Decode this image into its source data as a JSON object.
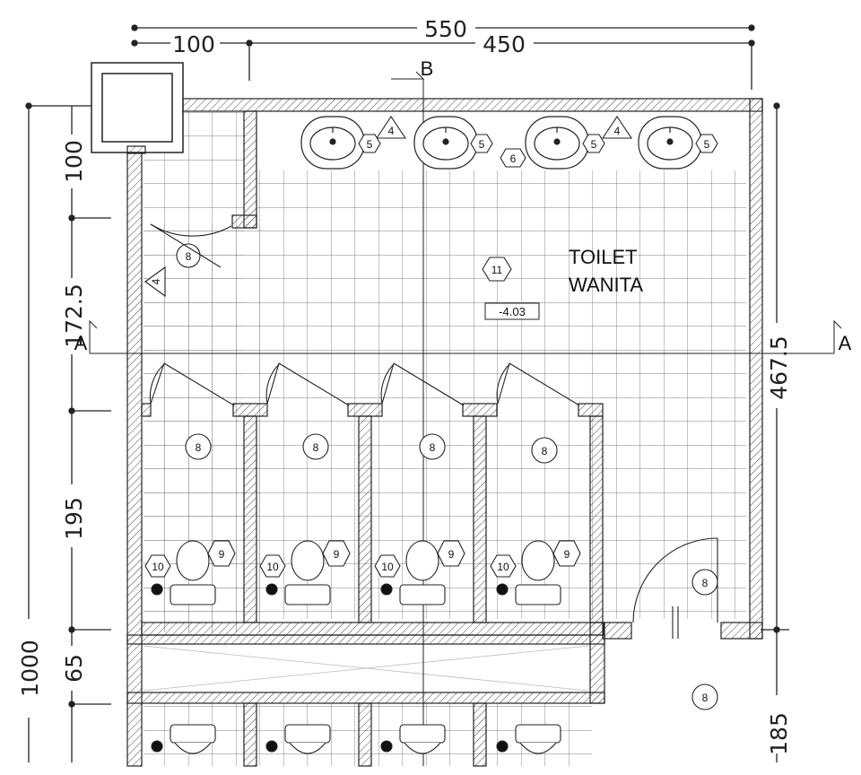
{
  "dimensions": {
    "top_total": "550",
    "top_left": "100",
    "top_right": "450",
    "left_total": "1000",
    "left_seg1": "100",
    "left_seg2": "172.5",
    "left_seg3": "195",
    "left_seg4": "65",
    "right_seg1": "467.5",
    "right_seg2": "185"
  },
  "room": {
    "line1": "TOILET",
    "line2": "WANITA",
    "level": "-4.03"
  },
  "section_markers": {
    "a_left": "A",
    "a_right": "A",
    "b_top": "B"
  },
  "tags": {
    "triangle_4": "4",
    "sink_tag_5": "5",
    "hex_6": "6",
    "hex_11": "11",
    "circle_8": "8",
    "hex_9": "9",
    "hex_10": "10"
  }
}
